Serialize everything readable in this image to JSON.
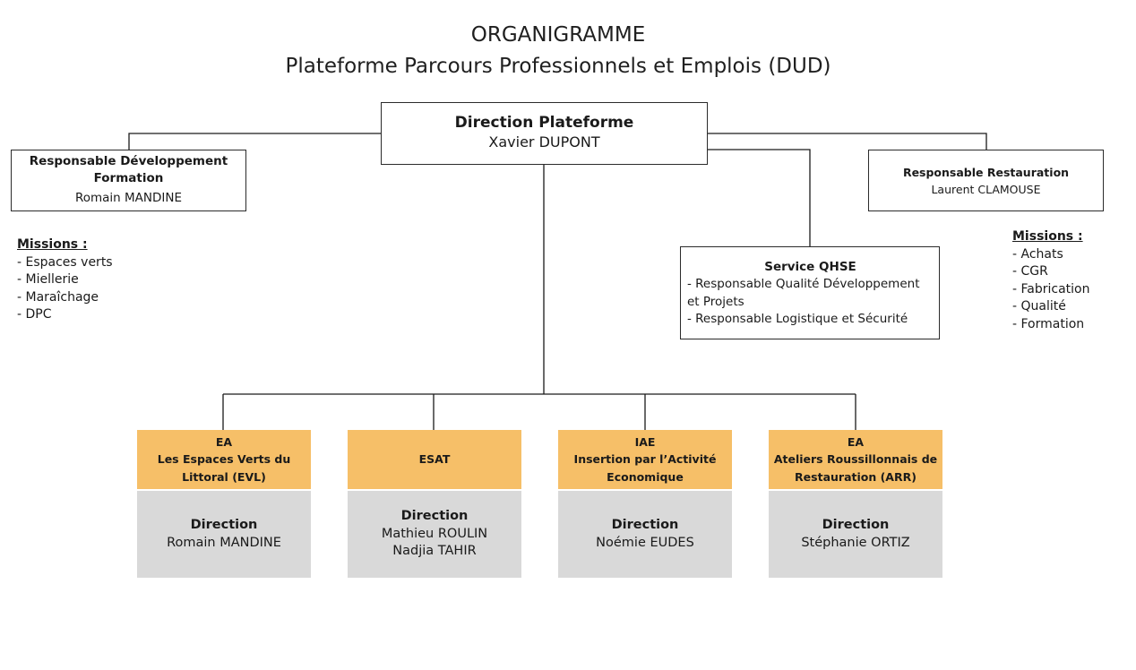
{
  "header": {
    "title": "ORGANIGRAMME",
    "subtitle": "Plateforme Parcours Professionnels et Emplois (DUD)"
  },
  "direction": {
    "role": "Direction Plateforme",
    "name": "Xavier DUPONT"
  },
  "dev_formation": {
    "role_line1": "Responsable Développement",
    "role_line2": "Formation",
    "name": "Romain MANDINE",
    "missions_title": "Missions :",
    "missions": [
      "- Espaces verts",
      "- Miellerie",
      "- Maraîchage",
      "- DPC"
    ]
  },
  "restauration": {
    "role": "Responsable Restauration",
    "name": "Laurent CLAMOUSE",
    "missions_title": "Missions :",
    "missions": [
      "- Achats",
      "- CGR",
      "- Fabrication",
      "- Qualité",
      "- Formation"
    ]
  },
  "qhse": {
    "title": "Service QHSE",
    "line1": "- Responsable Qualité Développement",
    "line2": "et Projets",
    "line3": "- Responsable Logistique et Sécurité"
  },
  "entities": [
    {
      "header": [
        "EA",
        "Les Espaces Verts du",
        "Littoral (EVL)"
      ],
      "direction_label": "Direction",
      "names": [
        "Romain MANDINE"
      ]
    },
    {
      "header": [
        "ESAT"
      ],
      "direction_label": "Direction",
      "names": [
        "Mathieu ROULIN",
        "Nadjia TAHIR"
      ]
    },
    {
      "header": [
        "IAE",
        "Insertion par l’Activité",
        "Economique"
      ],
      "direction_label": "Direction",
      "names": [
        "Noémie EUDES"
      ]
    },
    {
      "header": [
        "EA",
        "Ateliers Roussillonnais de",
        "Restauration (ARR)"
      ],
      "direction_label": "Direction",
      "names": [
        "Stéphanie ORTIZ"
      ]
    }
  ],
  "colors": {
    "entity_header": "#f6bf68",
    "entity_body": "#d9d9d9",
    "connector": "#1a1a1a"
  }
}
